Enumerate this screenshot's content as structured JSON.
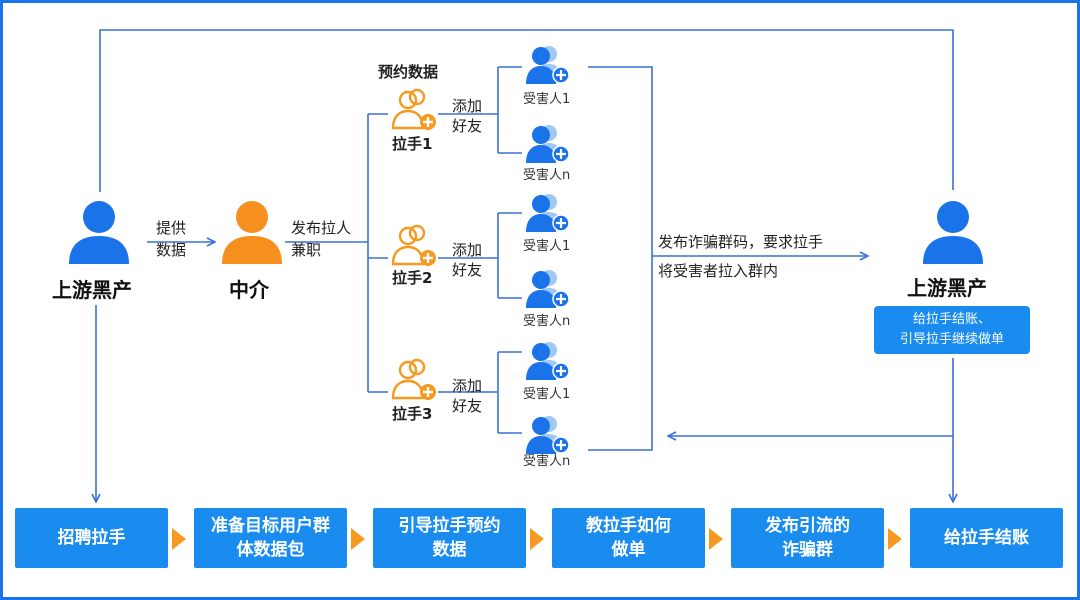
{
  "left_actor": {
    "label": "上游黑产",
    "icon": "person-icon",
    "color": "#1a73e8"
  },
  "provide_data": {
    "line1": "提供",
    "line2": "数据"
  },
  "middleman": {
    "label": "中介",
    "icon": "person-icon",
    "color": "#f5901e"
  },
  "publish_job": {
    "line1": "发布拉人",
    "line2": "兼职"
  },
  "reserve_label": "预约数据",
  "pullers": [
    {
      "label": "拉手1",
      "add_line1": "添加",
      "add_line2": "好友",
      "victims": [
        "受害人1",
        "受害人n"
      ]
    },
    {
      "label": "拉手2",
      "add_line1": "添加",
      "add_line2": "好友",
      "victims": [
        "受害人1",
        "受害人n"
      ]
    },
    {
      "label": "拉手3",
      "add_line1": "添加",
      "add_line2": "好友",
      "victims": [
        "受害人1",
        "受害人n"
      ]
    }
  ],
  "publish_group": {
    "line1": "发布诈骗群码，要求拉手",
    "line2": "将受害者拉入群内"
  },
  "right_actor": {
    "label": "上游黑产",
    "icon": "person-icon",
    "color": "#1a73e8"
  },
  "right_note": {
    "line1": "给拉手结账、",
    "line2": "引导拉手继续做单"
  },
  "steps": [
    {
      "line1": "招聘拉手",
      "line2": ""
    },
    {
      "line1": "准备目标用户群",
      "line2": "体数据包"
    },
    {
      "line1": "引导拉手预约",
      "line2": "数据"
    },
    {
      "line1": "教拉手如何",
      "line2": "做单"
    },
    {
      "line1": "发布引流的",
      "line2": "诈骗群"
    },
    {
      "line1": "给拉手结账",
      "line2": ""
    }
  ],
  "colors": {
    "blue": "#1a73e8",
    "box": "#1a8cf0",
    "orange": "#f59a1e",
    "line": "#3b6fd8"
  }
}
